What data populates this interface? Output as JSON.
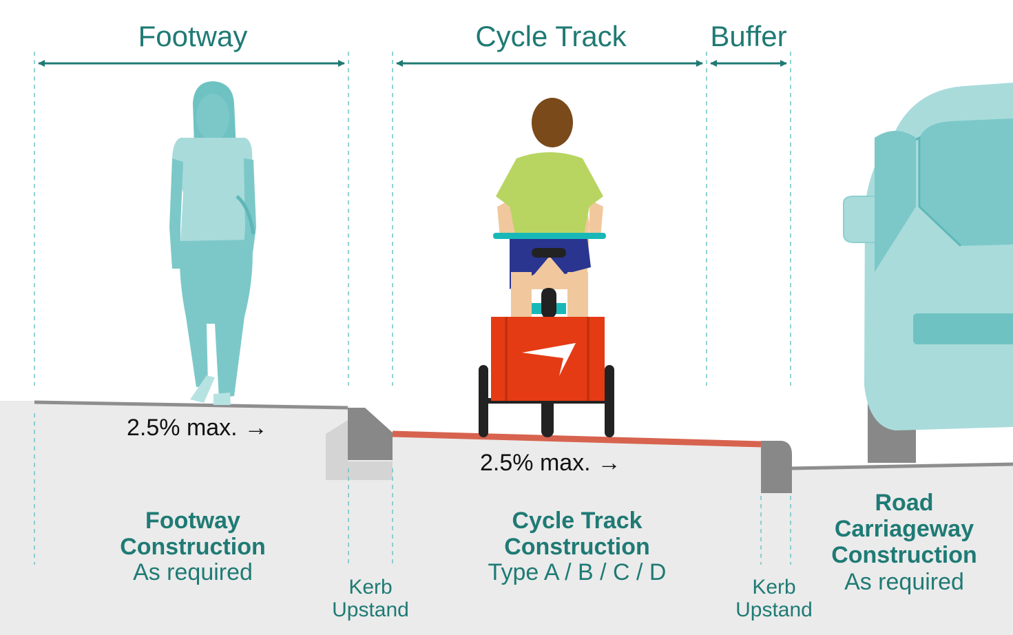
{
  "colors": {
    "teal_text": "#1f7a74",
    "teal_figure": "#7cc8c8",
    "ground": "#ebebeb",
    "kerb": "#888888",
    "cycle_surface": "#d7634f",
    "cargo_box": "#e43b14",
    "van": "#a9dbdb"
  },
  "headers": {
    "footway": "Footway",
    "cycle_track": "Cycle Track",
    "buffer": "Buffer"
  },
  "slopes": {
    "footway": "2.5% max.",
    "cycle_track": "2.5% max.",
    "arrow": "→"
  },
  "sections": {
    "footway": {
      "title": "Footway\nConstruction",
      "note": "As required"
    },
    "cycle_track": {
      "title": "Cycle Track\nConstruction",
      "note": "Type A / B / C / D"
    },
    "road": {
      "title": "Road\nCarriageway\nConstruction",
      "note": "As required"
    }
  },
  "kerbs": {
    "left": "Kerb\nUpstand",
    "right": "Kerb\nUpstand"
  },
  "icons": [
    "pedestrian-icon",
    "cargo-bike-icon",
    "van-icon",
    "dimension-arrow-icon"
  ]
}
